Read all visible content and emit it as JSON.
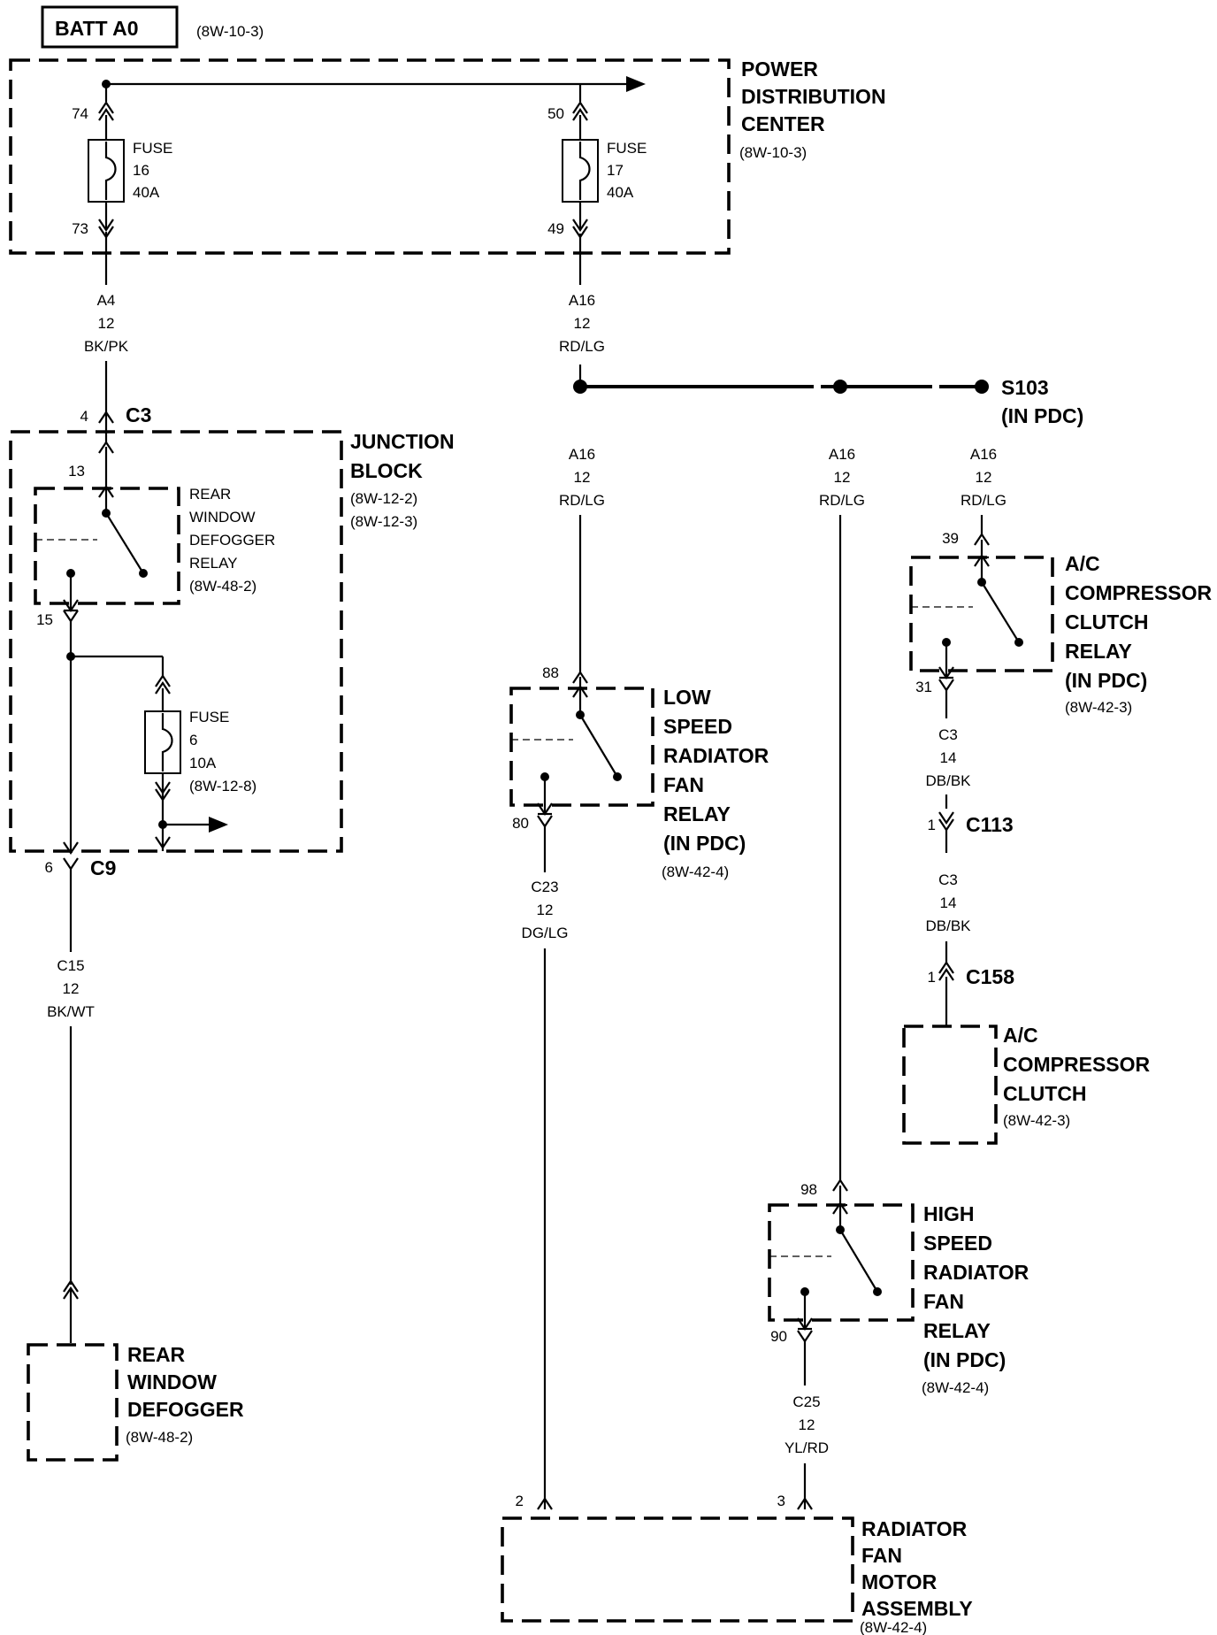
{
  "batt": {
    "label": "BATT A0",
    "ref": "(8W-10-3)"
  },
  "pdc": {
    "title": [
      "POWER",
      "DISTRIBUTION",
      "CENTER"
    ],
    "ref": "(8W-10-3)",
    "fuse16": {
      "lines": [
        "FUSE",
        "16",
        "40A"
      ],
      "pin_in": "74",
      "pin_out": "73"
    },
    "fuse17": {
      "lines": [
        "FUSE",
        "17",
        "40A"
      ],
      "pin_in": "50",
      "pin_out": "49"
    }
  },
  "wires": {
    "a4": [
      "A4",
      "12",
      "BK/PK"
    ],
    "a16_top": [
      "A16",
      "12",
      "RD/LG"
    ],
    "a16_a": [
      "A16",
      "12",
      "RD/LG"
    ],
    "a16_b": [
      "A16",
      "12",
      "RD/LG"
    ],
    "a16_c": [
      "A16",
      "12",
      "RD/LG"
    ],
    "c15": [
      "C15",
      "12",
      "BK/WT"
    ],
    "c23": [
      "C23",
      "12",
      "DG/LG"
    ],
    "c3_a": [
      "C3",
      "14",
      "DB/BK"
    ],
    "c3_b": [
      "C3",
      "14",
      "DB/BK"
    ],
    "c25": [
      "C25",
      "12",
      "YL/RD"
    ]
  },
  "splice": {
    "name": "S103",
    "note": "(IN PDC)"
  },
  "connectors": {
    "c3": {
      "pin": "4",
      "name": "C3"
    },
    "c9": {
      "pin": "6",
      "name": "C9"
    },
    "c113": {
      "pin": "1",
      "name": "C113"
    },
    "c158": {
      "pin": "1",
      "name": "C158"
    }
  },
  "junction_block": {
    "title": [
      "JUNCTION",
      "BLOCK"
    ],
    "refs": [
      "(8W-12-2)",
      "(8W-12-3)"
    ],
    "relay": {
      "lines": [
        "REAR",
        "WINDOW",
        "DEFOGGER",
        "RELAY",
        "(8W-48-2)"
      ],
      "pin_in": "13",
      "pin_out": "15"
    },
    "fuse6": {
      "lines": [
        "FUSE",
        "6",
        "10A",
        "(8W-12-8)"
      ]
    }
  },
  "ac_relay": {
    "lines": [
      "A/C",
      "COMPRESSOR",
      "CLUTCH",
      "RELAY",
      "(IN PDC)"
    ],
    "ref": "(8W-42-3)",
    "pin_in": "39",
    "pin_out": "31"
  },
  "ac_clutch": {
    "lines": [
      "A/C",
      "COMPRESSOR",
      "CLUTCH"
    ],
    "ref": "(8W-42-3)"
  },
  "low_relay": {
    "lines": [
      "LOW",
      "SPEED",
      "RADIATOR",
      "FAN",
      "RELAY",
      "(IN PDC)"
    ],
    "ref": "(8W-42-4)",
    "pin_in": "88",
    "pin_out": "80"
  },
  "high_relay": {
    "lines": [
      "HIGH",
      "SPEED",
      "RADIATOR",
      "FAN",
      "RELAY",
      "(IN PDC)"
    ],
    "ref": "(8W-42-4)",
    "pin_in": "98",
    "pin_out": "90"
  },
  "defogger": {
    "lines": [
      "REAR",
      "WINDOW",
      "DEFOGGER"
    ],
    "ref": "(8W-48-2)"
  },
  "fan_motor": {
    "lines": [
      "RADIATOR",
      "FAN",
      "MOTOR",
      "ASSEMBLY"
    ],
    "ref": "(8W-42-4)",
    "pin_a": "2",
    "pin_b": "3"
  }
}
